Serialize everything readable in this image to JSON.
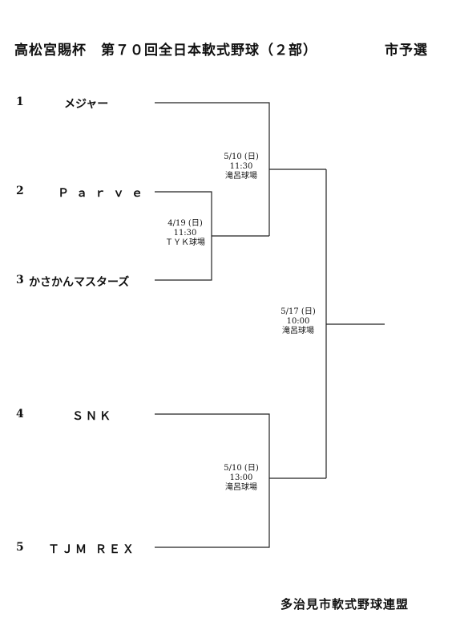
{
  "header": {
    "title": "高松宮賜杯　第７０回全日本軟式野球（２部）",
    "subtitle": "市予選"
  },
  "teams": [
    {
      "seed": "1",
      "name": "メジャー"
    },
    {
      "seed": "2",
      "name": "Ｐａｒｖｅ"
    },
    {
      "seed": "3",
      "name": "かさかんマスターズ"
    },
    {
      "seed": "4",
      "name": "ＳＮＫ"
    },
    {
      "seed": "5",
      "name": "ＴＪＭ ＲＥＸ"
    }
  ],
  "matches": [
    {
      "date": "4/19 (日)",
      "time": "11:30",
      "venue": "ＴＹＫ球場"
    },
    {
      "date": "5/10 (日)",
      "time": "11:30",
      "venue": "滝呂球場"
    },
    {
      "date": "5/10 (日)",
      "time": "13:00",
      "venue": "滝呂球場"
    },
    {
      "date": "5/17 (日)",
      "time": "10:00",
      "venue": "滝呂球場"
    }
  ],
  "footer": {
    "organizer": "多治見市軟式野球連盟"
  }
}
